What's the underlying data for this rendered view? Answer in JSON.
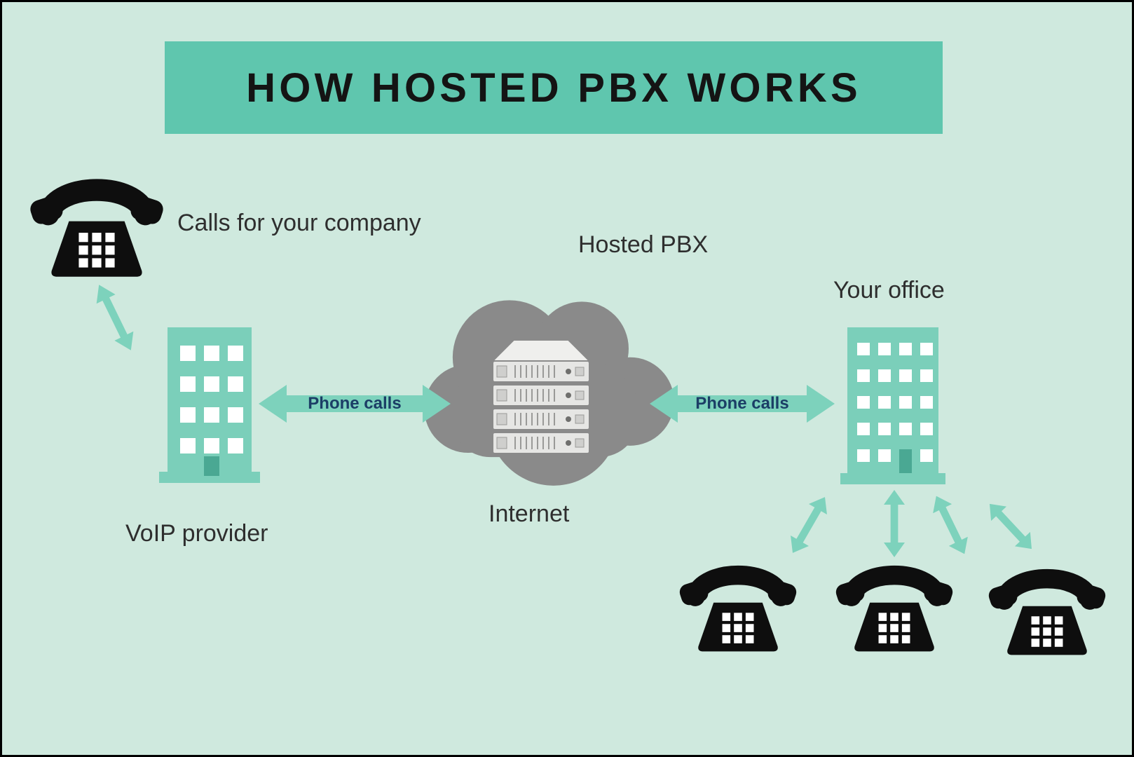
{
  "title": "HOW HOSTED PBX WORKS",
  "nodes": {
    "incoming_calls": {
      "label": "Calls for your company"
    },
    "voip_provider": {
      "label": "VoIP provider"
    },
    "internet_cloud": {
      "label": "Internet",
      "caption": "Hosted PBX"
    },
    "your_office": {
      "label": "Your office"
    }
  },
  "connections": {
    "provider_cloud": {
      "label": "Phone calls"
    },
    "cloud_office": {
      "label": "Phone calls"
    }
  },
  "colors": {
    "background": "#cfe9de",
    "banner": "#5fc6ae",
    "building": "#7bcfba",
    "arrow": "#7dd2bc",
    "cloud": "#8a8a8a",
    "phone": "#0e0e0e",
    "text": "#2e2e2e",
    "phone_calls_text": "#1b3e66"
  }
}
